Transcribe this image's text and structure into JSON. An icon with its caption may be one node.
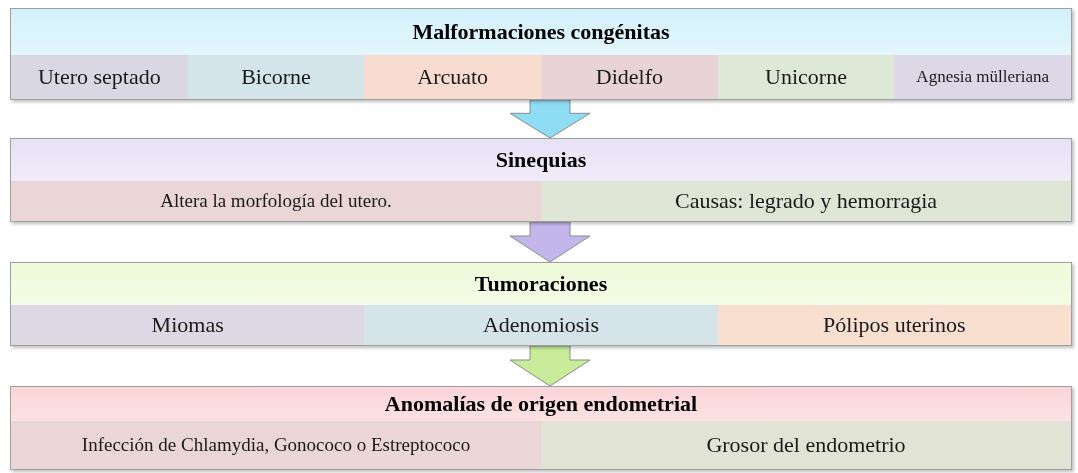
{
  "diagram": {
    "nodes": [
      {
        "text": [
          "Malformaciones congénitas"
        ]
      },
      {
        "text": [
          "Utero septado"
        ],
        "in": 0
      },
      {
        "text": [
          "Bicorne"
        ],
        "in": 0
      },
      {
        "text": [
          "Arcuato"
        ],
        "in": 0
      },
      {
        "text": [
          "Didelfo"
        ],
        "in": 0
      },
      {
        "text": [
          "Unicorne"
        ],
        "in": 0
      },
      {
        "text": [
          "Agnesia mülleriana"
        ],
        "in": 0
      },
      {
        "text": [
          "Sinequias"
        ]
      },
      {
        "text": [
          "Altera la morfología del utero."
        ],
        "in": 7
      },
      {
        "text": [
          "Causas: legrado y hemorragia"
        ],
        "in": 7
      },
      {
        "text": [
          "Tumoraciones"
        ]
      },
      {
        "text": [
          "Miomas"
        ],
        "in": 10
      },
      {
        "text": [
          "Adenomiosis"
        ],
        "in": 10
      },
      {
        "text": [
          "Pólipos uterinos"
        ],
        "in": 10
      },
      {
        "text": [
          "Anomalías de origen endometrial"
        ]
      },
      {
        "text": [
          "Infección de Chlamydia, Gonococo o Estreptococo"
        ],
        "in": 14
      },
      {
        "text": [
          "Grosor del endometrio"
        ],
        "in": 14
      }
    ],
    "edges": [
      {
        "from": 0,
        "to": 7,
        "arrow": "to",
        "color": "#8fdcf5"
      },
      {
        "from": 7,
        "to": 10,
        "arrow": "to",
        "color": "#c3b6ea"
      },
      {
        "from": 10,
        "to": 14,
        "arrow": "to",
        "color": "#c8ec9a"
      }
    ]
  }
}
